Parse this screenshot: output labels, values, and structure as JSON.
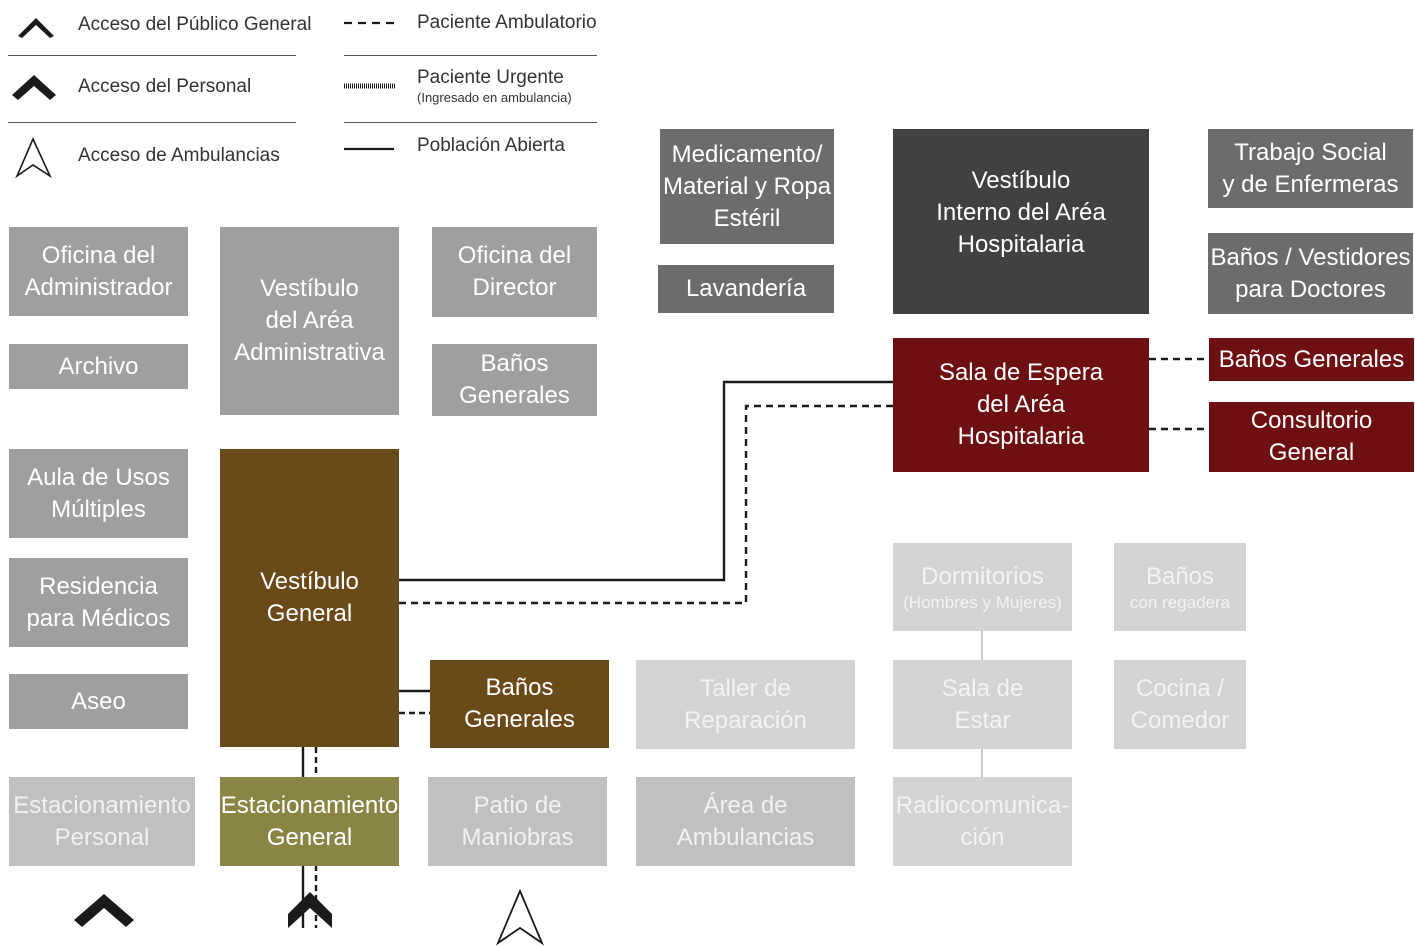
{
  "legend": {
    "public_access": "Acceso del Público General",
    "staff_access": "Acceso del Personal",
    "ambulance_access": "Acceso de Ambulancias",
    "outpatient": "Paciente Ambulatorio",
    "urgent": "Paciente Urgente",
    "urgent_note": "(Ingresado en ambulancia)",
    "open_population": "Población Abierta"
  },
  "rooms": {
    "oficina_admin": [
      "Oficina del",
      "Administrador"
    ],
    "archivo": [
      "Archivo"
    ],
    "vestibulo_admin": [
      "Vestíbulo",
      "del Aréa",
      "Administrativa"
    ],
    "oficina_director": [
      "Oficina del",
      "Director"
    ],
    "banos_admin": [
      "Baños",
      "Generales"
    ],
    "aula": [
      "Aula de Usos",
      "Múltiples"
    ],
    "residencia": [
      "Residencia",
      "para Médicos"
    ],
    "aseo": [
      "Aseo"
    ],
    "vestibulo_general": [
      "Vestíbulo",
      "General"
    ],
    "banos_generales_brown": [
      "Baños",
      "Generales"
    ],
    "estac_personal": [
      "Estacionamiento",
      "Personal"
    ],
    "estac_general": [
      "Estacionamiento",
      "General"
    ],
    "patio": [
      "Patio de",
      "Maniobras"
    ],
    "taller": [
      "Taller de",
      "Reparación"
    ],
    "area_ambulancias": [
      "Área de",
      "Ambulancias"
    ],
    "medicamento": [
      "Medicamento/",
      "Material y Ropa",
      "Estéril"
    ],
    "lavanderia": [
      "Lavandería"
    ],
    "vestibulo_interno": [
      "Vestíbulo",
      "Interno del Aréa",
      "Hospitalaria"
    ],
    "trabajo_social": [
      "Trabajo Social",
      "y de Enfermeras"
    ],
    "banos_vestidores": [
      "Baños / Vestidores",
      "para Doctores"
    ],
    "sala_espera": [
      "Sala de Espera",
      "del Aréa",
      "Hospitalaria"
    ],
    "banos_generales_red": [
      "Baños Generales"
    ],
    "consultorio": [
      "Consultorio",
      "General"
    ],
    "dormitorios": [
      "Dormitorios"
    ],
    "dormitorios_sub": "(Hombres y Mujeres)",
    "banos_regadera": [
      "Baños"
    ],
    "banos_regadera_sub": "con regadera",
    "sala_estar": [
      "Sala de",
      "Estar"
    ],
    "cocina": [
      "Cocina /",
      "Comedor"
    ],
    "radio": [
      "Radiocomunica-",
      "ción"
    ]
  },
  "colors": {
    "gray_light": "#9e9fa1",
    "gray_mid": "#6b6c6e",
    "gray_dark": "#414142",
    "red": "#6e1012",
    "brown": "#6a4a18",
    "olive": "#8a8545"
  }
}
